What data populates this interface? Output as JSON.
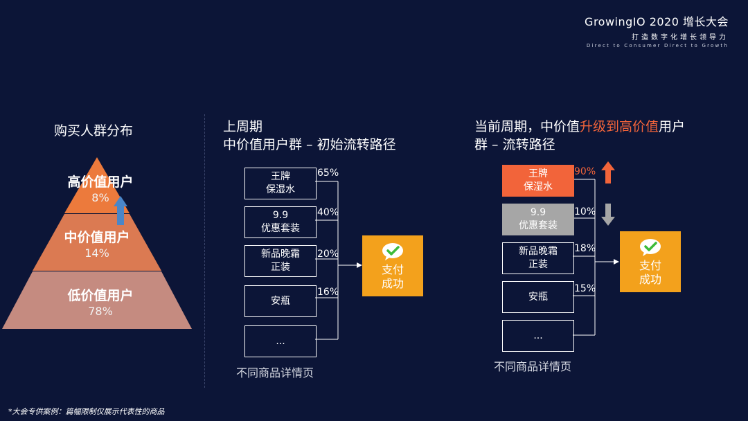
{
  "brand": {
    "title": "GrowingIO 2020 增长大会",
    "subtitle": "打造数字化增长领导力",
    "tagline": "Direct to Consumer Direct to Growth"
  },
  "pyramid": {
    "title": "购买人群分布",
    "tiers": [
      {
        "label": "高价值用户",
        "pct": "8%",
        "color": "#ec7a3c"
      },
      {
        "label": "中价值用户",
        "pct": "14%",
        "color": "#db7a52"
      },
      {
        "label": "低价值用户",
        "pct": "78%",
        "color": "#c58b80"
      }
    ],
    "arrow_color": "#4a86c8"
  },
  "last_period": {
    "title_line1": "上周期",
    "title_line2": "中价值用户群 – 初始流转路径",
    "products": [
      {
        "name": "王牌\n保湿水",
        "pct": "65%"
      },
      {
        "name": "9.9\n优惠套装",
        "pct": "40%"
      },
      {
        "name": "新品晚霜\n正装",
        "pct": "20%"
      },
      {
        "name": "安瓶",
        "pct": "16%"
      },
      {
        "name": "...",
        "pct": ""
      }
    ],
    "pay_label_line1": "支付",
    "pay_label_line2": "成功",
    "caption": "不同商品详情页"
  },
  "current_period": {
    "title_part1": "当前周期，中价值",
    "title_highlight": "升级到高价值",
    "title_part2": "用户",
    "title_line2": "群 – 流转路径",
    "highlight_color": "#f2643a",
    "products": [
      {
        "name": "王牌\n保湿水",
        "pct": "90%"
      },
      {
        "name": "9.9\n优惠套装",
        "pct": "10%"
      },
      {
        "name": "新品晚霜\n正装",
        "pct": "18%"
      },
      {
        "name": "安瓶",
        "pct": "15%"
      },
      {
        "name": "...",
        "pct": ""
      }
    ],
    "pay_label_line1": "支付",
    "pay_label_line2": "成功",
    "caption": "不同商品详情页"
  },
  "footnote": "*大会专供案例：篇幅限制仅展示代表性的商品"
}
